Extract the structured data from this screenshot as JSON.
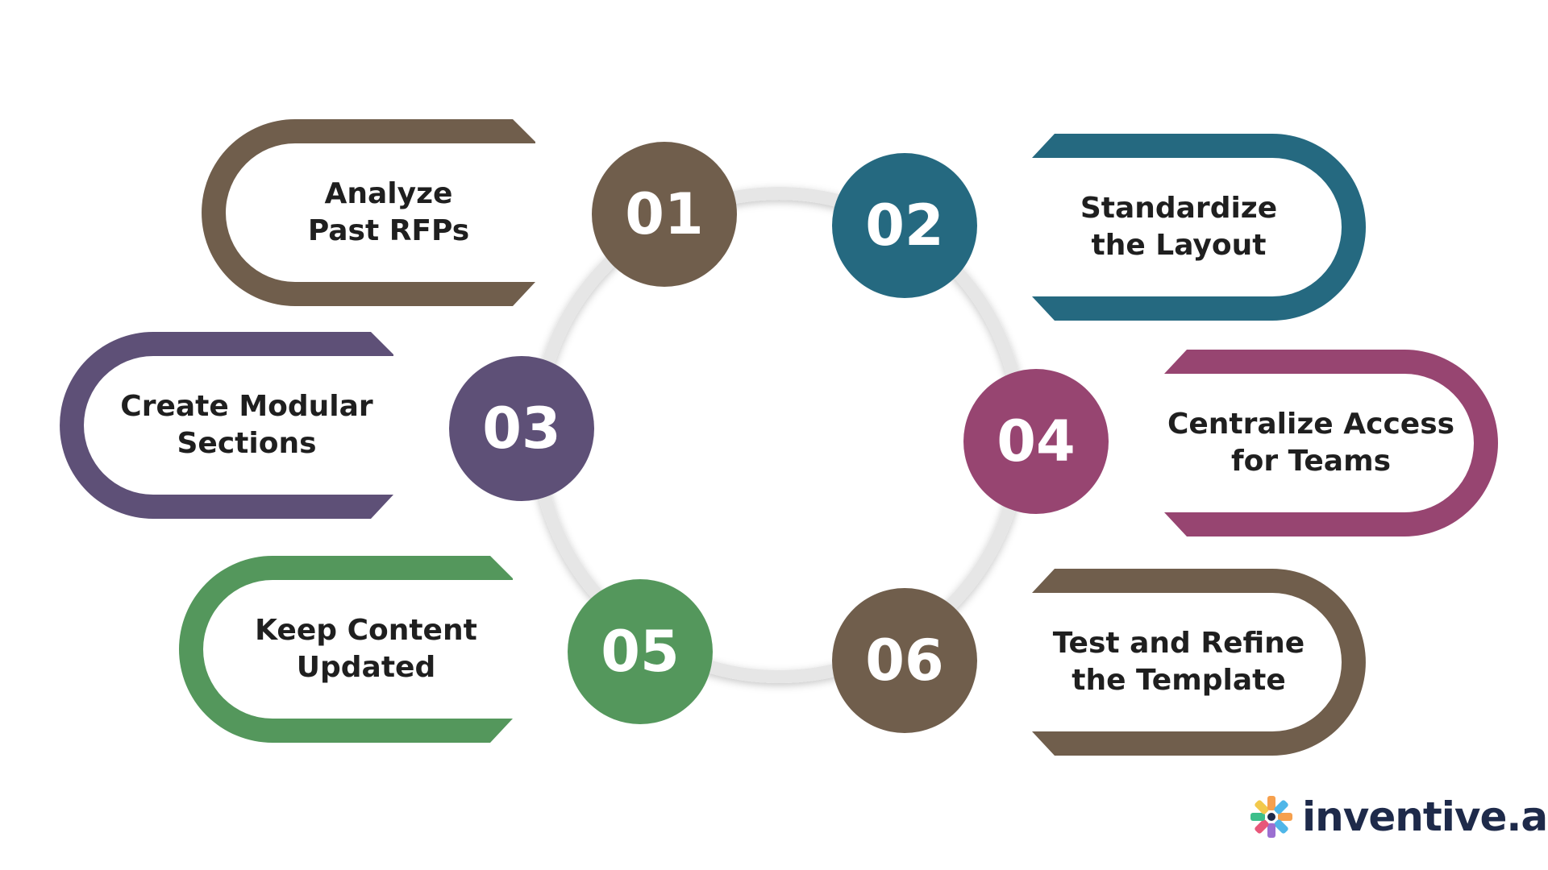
{
  "colors": {
    "brown": "#705e4c",
    "teal": "#256980",
    "purple": "#5e5077",
    "magenta": "#974571",
    "green": "#54975c",
    "ring": "#e6e6e6",
    "text": "#1f1f1f",
    "brand_text": "#1e2a4a"
  },
  "steps": [
    {
      "number": "01",
      "lines": [
        "Analyze",
        "Past RFPs"
      ],
      "color": "brown",
      "side": "left"
    },
    {
      "number": "02",
      "lines": [
        "Standardize",
        "the Layout"
      ],
      "color": "teal",
      "side": "right"
    },
    {
      "number": "03",
      "lines": [
        "Create Modular",
        "Sections"
      ],
      "color": "purple",
      "side": "left"
    },
    {
      "number": "04",
      "lines": [
        "Centralize Access",
        "for Teams"
      ],
      "color": "magenta",
      "side": "right"
    },
    {
      "number": "05",
      "lines": [
        "Keep Content",
        "Updated"
      ],
      "color": "green",
      "side": "left"
    },
    {
      "number": "06",
      "lines": [
        "Test and Refine",
        "the Template"
      ],
      "color": "brown",
      "side": "right"
    }
  ],
  "brand": {
    "name": "inventive.ai",
    "icon": "pinwheel-logo-icon",
    "icon_colors": [
      "#f6a04d",
      "#4fb6e8",
      "#9b6fd1",
      "#e8577a",
      "#3cbf8a",
      "#f2c94c"
    ]
  }
}
